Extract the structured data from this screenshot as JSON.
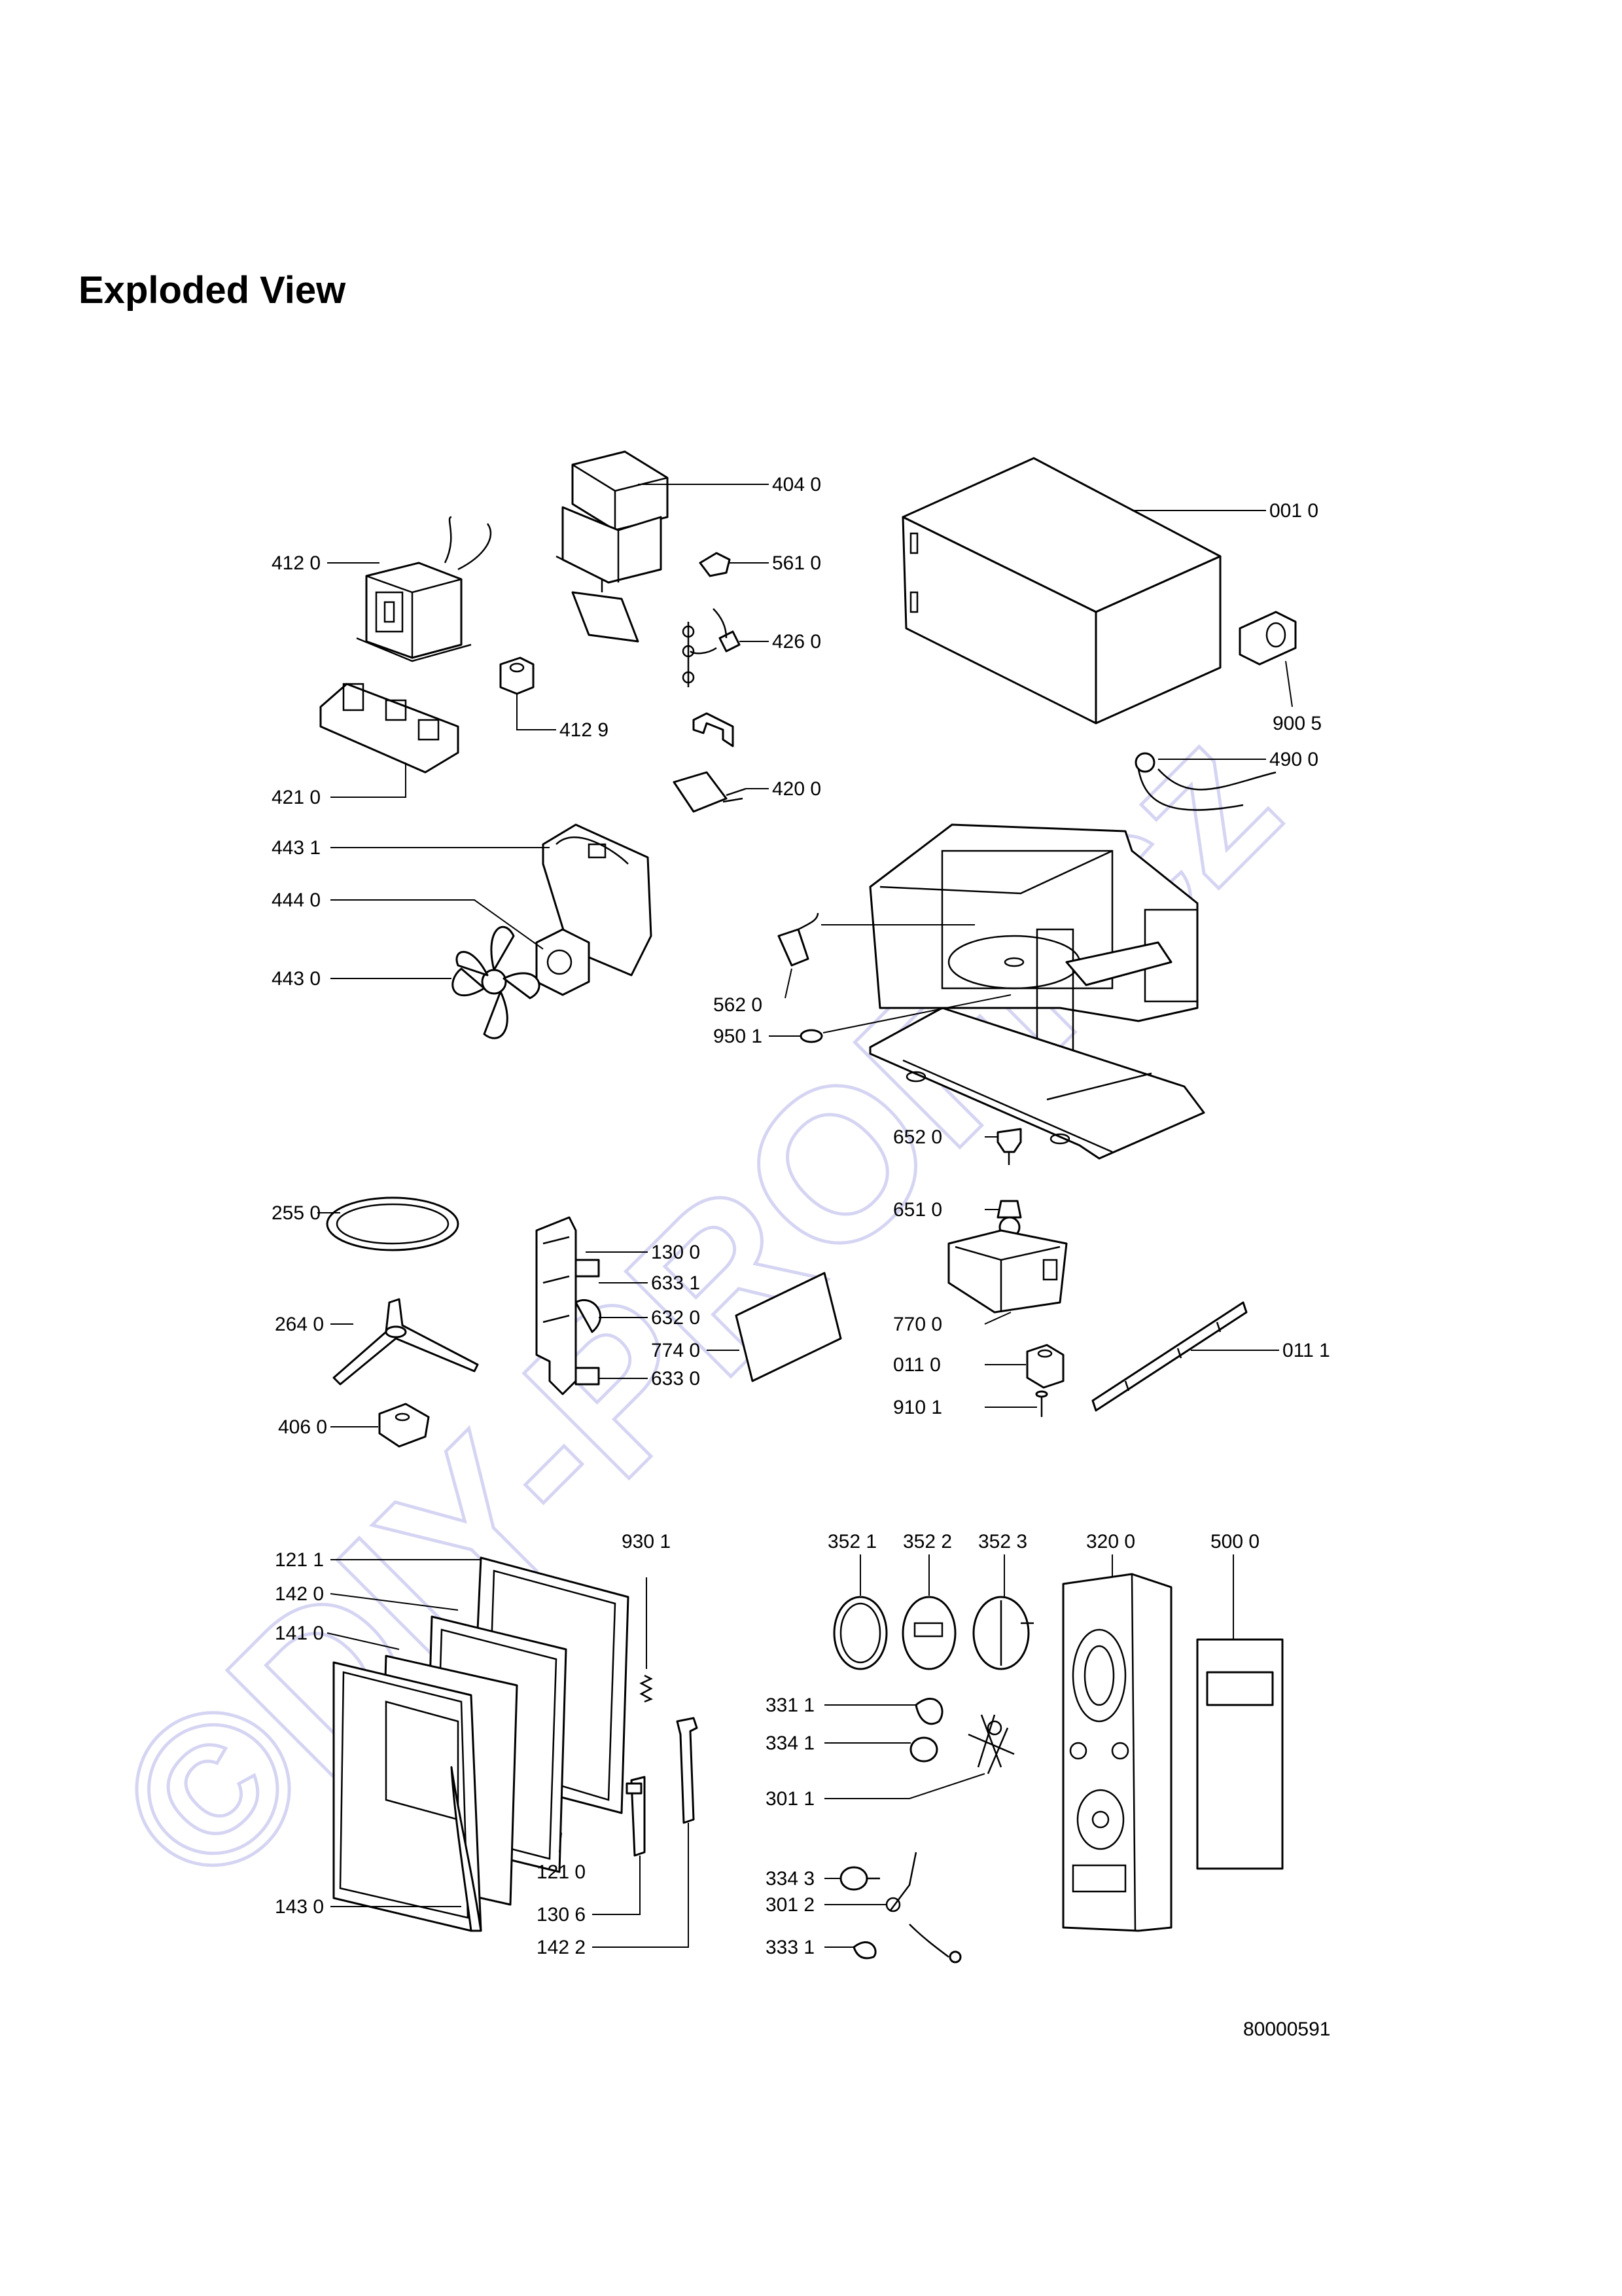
{
  "page": {
    "title": "Exploded View"
  },
  "watermark": {
    "text": "©DIY-PROFI.cz",
    "color": "#c8c8f0"
  },
  "drawing_number": "80000591",
  "callouts": {
    "c4040": "404 0",
    "c4120": "412 0",
    "c5610": "561 0",
    "c0010": "001 0",
    "c4260": "426 0",
    "c4129": "412 9",
    "c9005": "900 5",
    "c4900": "490 0",
    "c4200": "420 0",
    "c4210": "421 0",
    "c4431": "443 1",
    "c4440": "444 0",
    "c4430": "443 0",
    "c5620": "562 0",
    "c9501": "950 1",
    "c6520": "652 0",
    "c6510": "651 0",
    "c2550": "255 0",
    "c1300": "130 0",
    "c6331": "633 1",
    "c2640": "264 0",
    "c6320": "632 0",
    "c7740": "774 0",
    "c7700": "770 0",
    "c0111": "011 1",
    "c6330": "633 0",
    "c0110": "011 0",
    "c4060": "406 0",
    "c9101": "910 1",
    "c1211": "121 1",
    "c9301": "930 1",
    "c3521": "352 1",
    "c3522": "352 2",
    "c3523": "352 3",
    "c3200": "320 0",
    "c5000": "500 0",
    "c1420": "142 0",
    "c1410": "141 0",
    "c3311": "331 1",
    "c3341": "334 1",
    "c3011": "301 1",
    "c1210": "121 0",
    "c1430": "143 0",
    "c3343": "334 3",
    "c3012": "301 2",
    "c1306": "130 6",
    "c3331": "333 1",
    "c1422": "142 2"
  }
}
